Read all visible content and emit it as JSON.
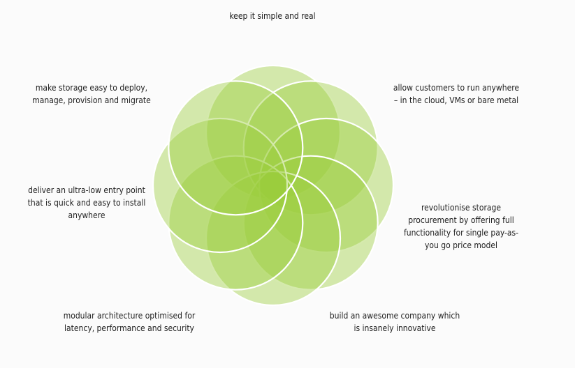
{
  "diagram": {
    "petal_fill": "#9ccc3c",
    "petal_stroke": "#ffffff",
    "background": "#fbfbfb",
    "labels": {
      "top": "keep it simple and real",
      "top_left": "make storage easy to deploy,\nmanage,  provision and migrate",
      "top_right": "allow customers to run anywhere\n– in the cloud, VMs or bare metal",
      "left": "deliver an ultra-low entry point\nthat is quick and easy to install\nanywhere",
      "right": "revolutionise storage\nprocurement by offering full\nfunctionality for single pay-as-\nyou go price model",
      "bottom_left": "modular architecture optimised for\nlatency, performance and security",
      "bottom_right": "build an awesome company which\nis insanely innovative"
    }
  }
}
